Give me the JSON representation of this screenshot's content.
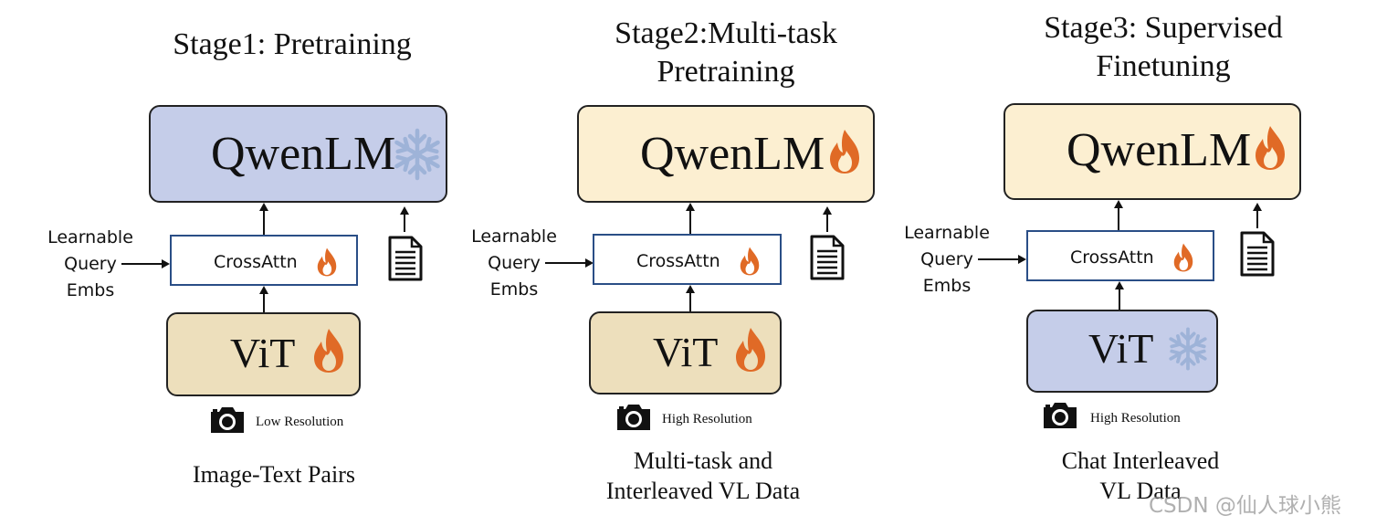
{
  "stages": [
    {
      "title": "Stage1: Pretraining",
      "lm": {
        "label": "QwenLM",
        "state": "frozen",
        "color": "#c5cde9"
      },
      "crossattn": {
        "label": "CrossAttn",
        "state": "trainable"
      },
      "vit": {
        "label": "ViT",
        "state": "trainable",
        "color": "#eddfbc"
      },
      "query": {
        "line1": "Learnable",
        "line2": "Query",
        "line3": "Embs"
      },
      "resolution": "Low Resolution",
      "data": "Image-Text Pairs"
    },
    {
      "title": "Stage2:Multi-task\nPretraining",
      "lm": {
        "label": "QwenLM",
        "state": "trainable",
        "color": "#fcefd1"
      },
      "crossattn": {
        "label": "CrossAttn",
        "state": "trainable"
      },
      "vit": {
        "label": "ViT",
        "state": "trainable",
        "color": "#eddfbc"
      },
      "query": {
        "line1": "Learnable",
        "line2": "Query",
        "line3": "Embs"
      },
      "resolution": "High Resolution",
      "data": "Multi-task and\nInterleaved VL Data"
    },
    {
      "title": "Stage3: Supervised\nFinetuning",
      "lm": {
        "label": "QwenLM",
        "state": "trainable",
        "color": "#fcefd1"
      },
      "crossattn": {
        "label": "CrossAttn",
        "state": "trainable"
      },
      "vit": {
        "label": "ViT",
        "state": "frozen",
        "color": "#c5cde9"
      },
      "query": {
        "line1": "Learnable",
        "line2": "Query",
        "line3": "Embs"
      },
      "resolution": "High Resolution",
      "data": "Chat Interleaved\nVL Data"
    }
  ],
  "icons": {
    "frozen": "snowflake-icon",
    "trainable": "flame-icon",
    "text": "document-icon",
    "image": "camera-icon"
  },
  "watermark": "CSDN @仙人球小熊"
}
